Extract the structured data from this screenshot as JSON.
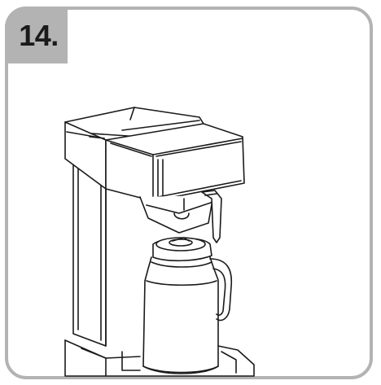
{
  "step": {
    "number": "14."
  },
  "colors": {
    "frame": "#b3b3b3",
    "line": "#1a1a1a",
    "background": "#ffffff"
  },
  "illustration": {
    "subject": "coffee-machine-with-thermal-jug",
    "style": "line-drawing"
  }
}
